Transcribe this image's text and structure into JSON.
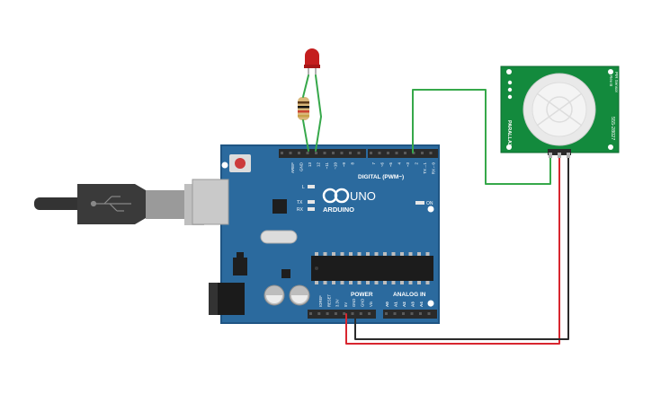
{
  "arduino": {
    "brand": "ARDUINO",
    "model": "UNO",
    "digital_label": "DIGITAL (PWM~)",
    "power_label": "POWER",
    "analog_label": "ANALOG IN",
    "led_l": "L",
    "led_tx": "TX",
    "led_rx": "RX",
    "led_on": "ON",
    "top_pins": [
      "AREF",
      "GND",
      "13",
      "12",
      "~11",
      "~10",
      "~9",
      "8",
      "7",
      "~6",
      "~5",
      "4",
      "~3",
      "2",
      "TX→1",
      "RX←0"
    ],
    "bottom_power_pins": [
      "IOREF",
      "RESET",
      "3.3V",
      "5V",
      "GND",
      "GND",
      "Vin"
    ],
    "bottom_analog_pins": [
      "A0",
      "A1",
      "A2",
      "A3",
      "A4",
      "A5"
    ]
  },
  "pir": {
    "title": "PIR Sensor",
    "rev": "Rev B",
    "maker": "PARALLAX",
    "part": "555-28027"
  },
  "colors": {
    "board": "#2b6a9e",
    "board_edge": "#1f5584",
    "header": "#2a2a2a",
    "pcb_green": "#138a3d",
    "wire_green": "#36a84a",
    "wire_red": "#d8262f",
    "wire_black": "#2b2b2b",
    "led": "#c41e1e",
    "usb": "#333333"
  }
}
